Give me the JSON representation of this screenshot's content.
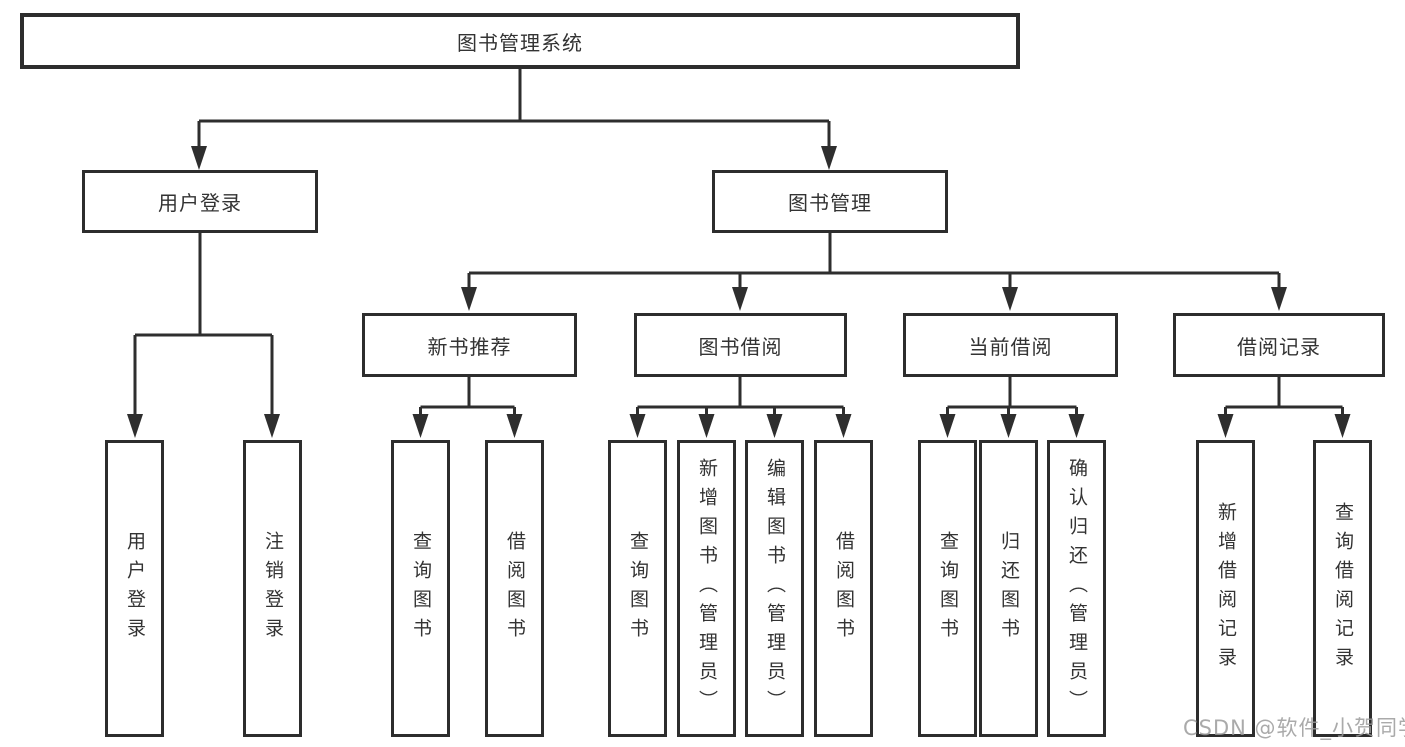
{
  "diagram_title": "图书管理系统",
  "watermark": {
    "text": "CSDN @软件_小贺同学"
  },
  "colors": {
    "line": "#2e2e2e",
    "border": "#2d2d2d",
    "text": "#333333",
    "background": "#ffffff",
    "watermark": "#9b9b9b"
  },
  "tree": {
    "label": "图书管理系统",
    "children": [
      {
        "label": "用户登录",
        "children": [
          {
            "label": "用户登录"
          },
          {
            "label": "注销登录"
          }
        ]
      },
      {
        "label": "图书管理",
        "children": [
          {
            "label": "新书推荐",
            "children": [
              {
                "label": "查询图书"
              },
              {
                "label": "借阅图书"
              }
            ]
          },
          {
            "label": "图书借阅",
            "children": [
              {
                "label": "查询图书"
              },
              {
                "label": "新增图书（管理员）"
              },
              {
                "label": "编辑图书（管理员）"
              },
              {
                "label": "借阅图书"
              }
            ]
          },
          {
            "label": "当前借阅",
            "children": [
              {
                "label": "查询图书"
              },
              {
                "label": "归还图书"
              },
              {
                "label": "确认归还（管理员）"
              }
            ]
          },
          {
            "label": "借阅记录",
            "children": [
              {
                "label": "新增借阅记录"
              },
              {
                "label": "查询借阅记录"
              }
            ]
          }
        ]
      }
    ]
  }
}
